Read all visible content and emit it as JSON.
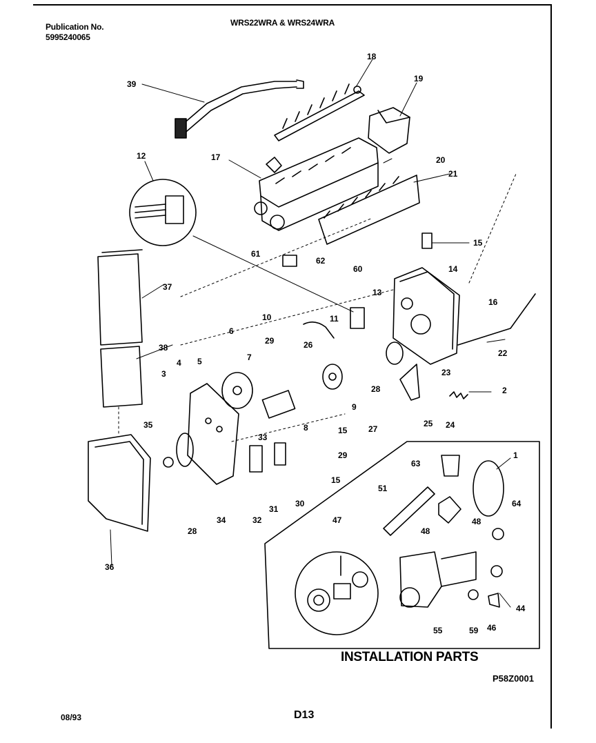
{
  "header": {
    "publication_label": "Publication No.",
    "publication_number": "5995240065",
    "models": "WRS22WRA & WRS24WRA"
  },
  "diagram": {
    "section_title": "INSTALLATION PARTS",
    "figure_code": "P58Z0001",
    "callouts": [
      "39",
      "18",
      "19",
      "12",
      "17",
      "20",
      "21",
      "15",
      "61",
      "62",
      "14",
      "60",
      "37",
      "13",
      "16",
      "10",
      "11",
      "22",
      "6",
      "29",
      "26",
      "38",
      "7",
      "4",
      "5",
      "3",
      "9",
      "28",
      "23",
      "2",
      "35",
      "8",
      "15",
      "27",
      "25",
      "24",
      "33",
      "29",
      "63",
      "1",
      "51",
      "64",
      "15",
      "30",
      "31",
      "32",
      "34",
      "28",
      "47",
      "48",
      "48",
      "36",
      "44",
      "55",
      "59",
      "46"
    ]
  },
  "footer": {
    "date": "08/93",
    "page": "D13"
  }
}
